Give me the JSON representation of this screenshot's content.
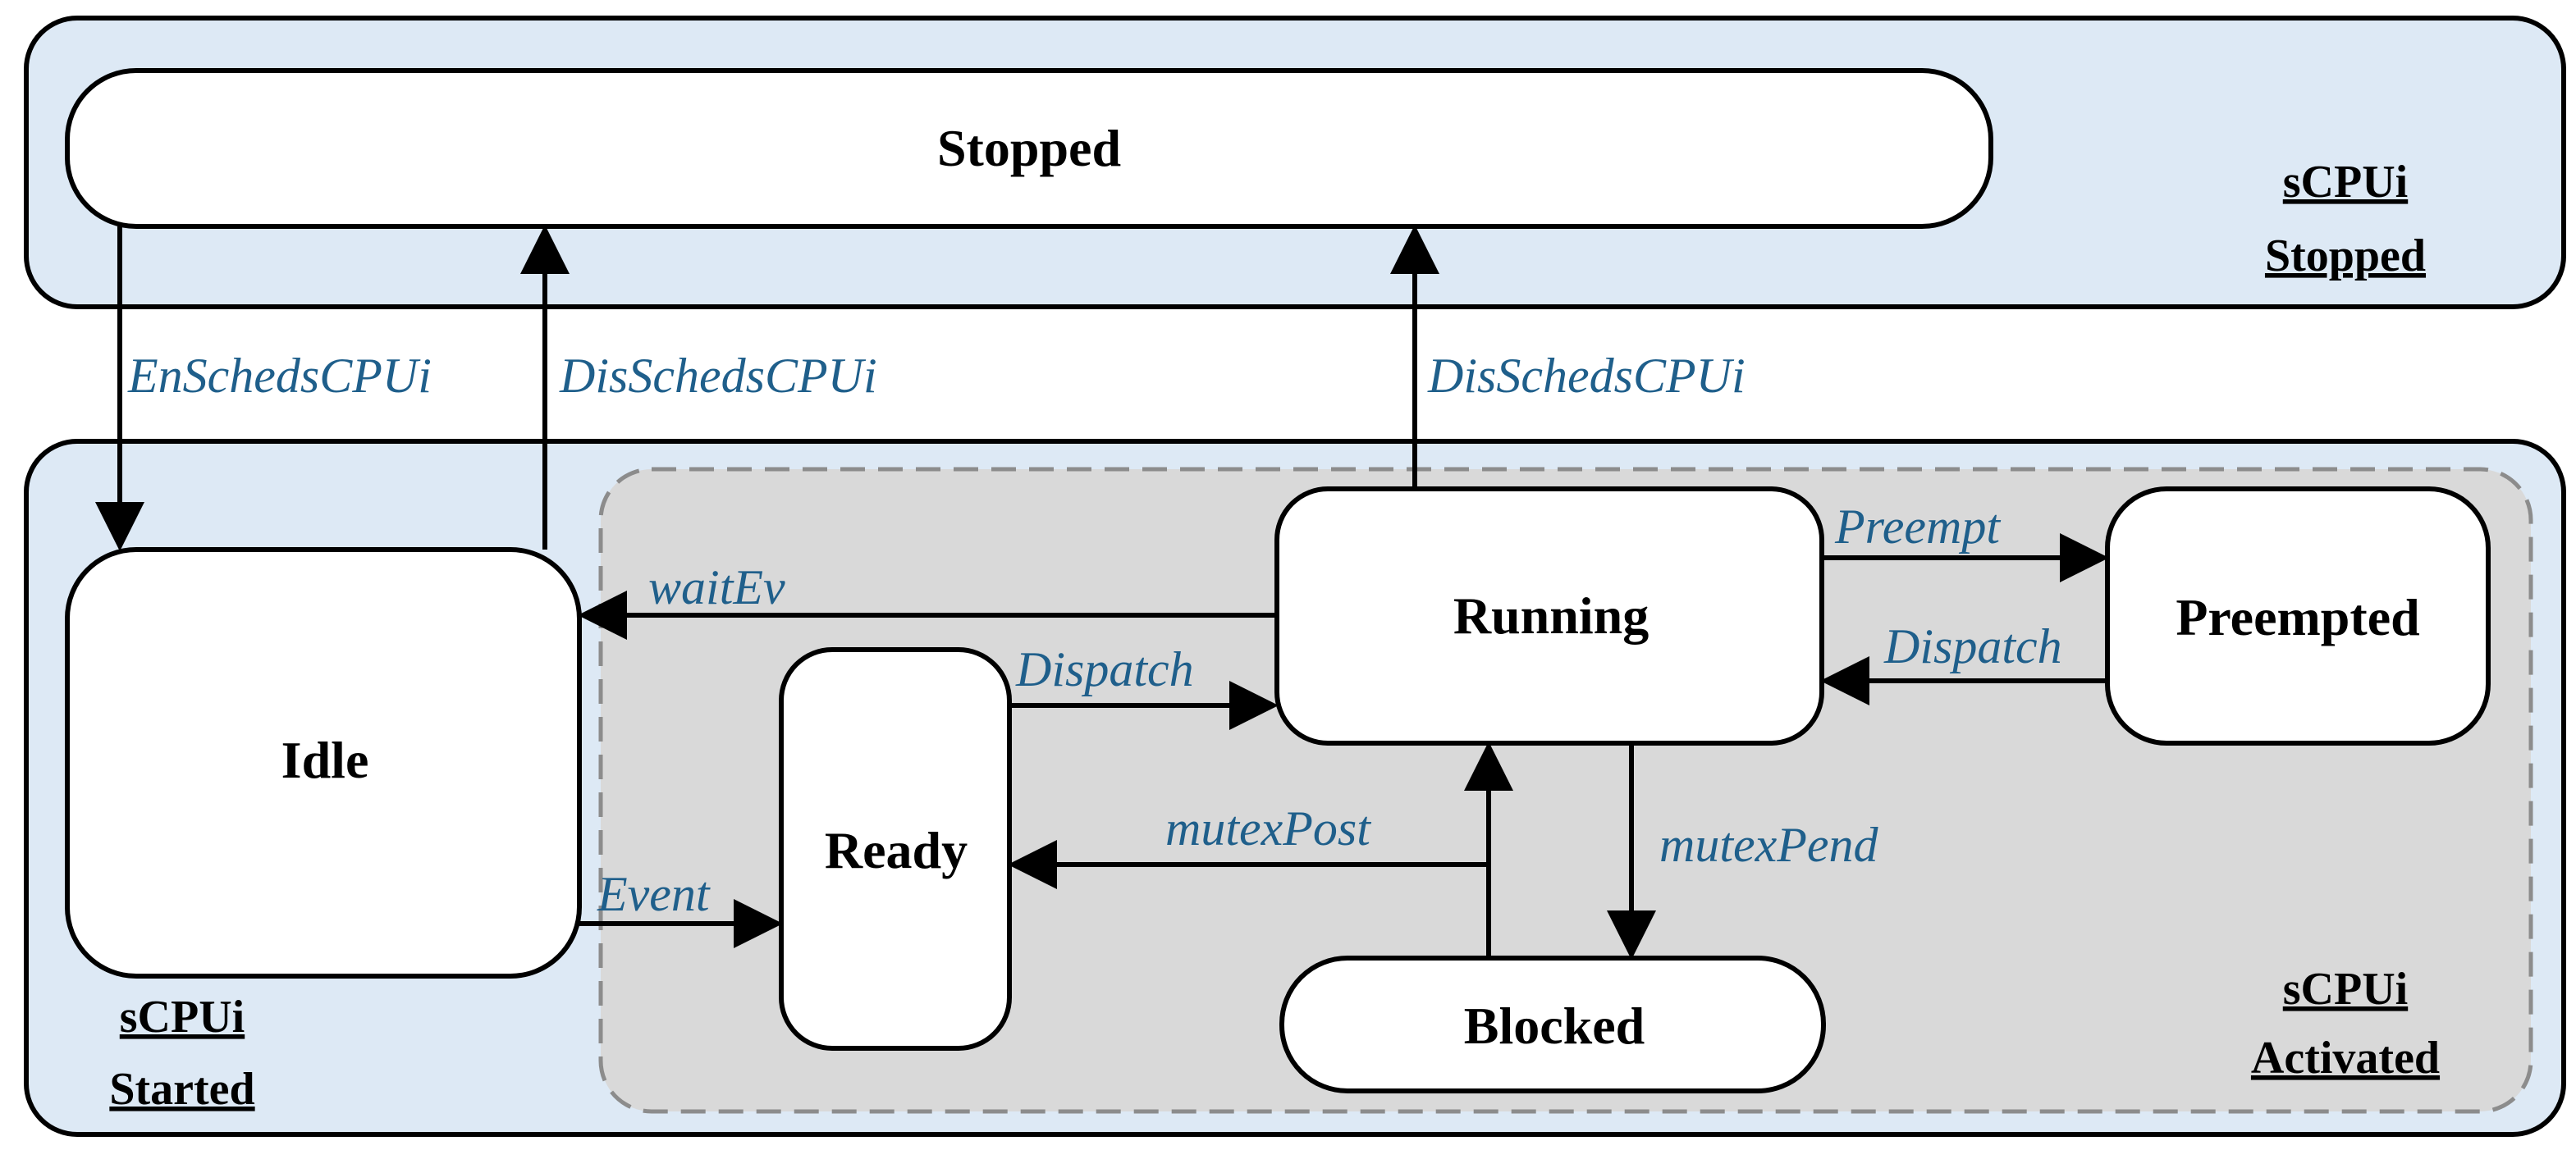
{
  "colors": {
    "region_fill": "#dde9f5",
    "activated_fill": "#d9d9d9",
    "state_fill": "#ffffff",
    "stroke": "#000000",
    "dashed_stroke": "#8c8c8c",
    "edge_label": "#1f5f8b"
  },
  "regions": {
    "stopped": {
      "line1": "sCPUi",
      "line2": "Stopped"
    },
    "started": {
      "line1": "sCPUi",
      "line2": "Started"
    },
    "activated": {
      "line1": "sCPUi",
      "line2": "Activated"
    }
  },
  "states": {
    "stopped": "Stopped",
    "idle": "Idle",
    "ready": "Ready",
    "running": "Running",
    "preempted": "Preempted",
    "blocked": "Blocked"
  },
  "transitions": {
    "en_sched": "EnSchedsCPUi",
    "dis_sched_idle": "DisSchedsCPUi",
    "dis_sched_running": "DisSchedsCPUi",
    "wait_ev": "waitEv",
    "event": "Event",
    "dispatch_ready": "Dispatch",
    "preempt": "Preempt",
    "dispatch_preempted": "Dispatch",
    "mutex_post": "mutexPost",
    "mutex_pend": "mutexPend"
  }
}
